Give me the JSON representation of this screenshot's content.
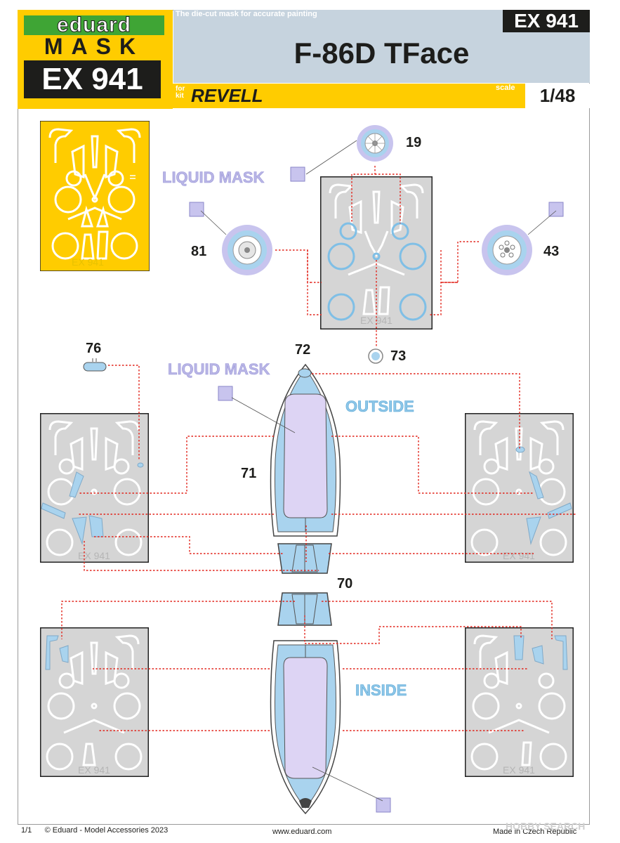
{
  "header": {
    "brand": "eduard",
    "product_line": "MASK",
    "code": "EX 941",
    "tagline": "The die-cut mask for accurate painting",
    "code_top_right": "EX 941",
    "title": "F-86D TFace",
    "for_kit_label": "for kit",
    "kit_brand": "REVELL",
    "scale_label": "scale",
    "scale_value": "1/48"
  },
  "labels": {
    "liquid_mask_top": "LIQUID MASK",
    "liquid_mask_mid": "LIQUID MASK",
    "outside": "OUTSIDE",
    "inside": "INSIDE",
    "sheet_code": "EX 941"
  },
  "part_numbers": {
    "p19": "19",
    "p81": "81",
    "p43": "43",
    "p73": "73",
    "p76": "76",
    "p72": "72",
    "p71": "71",
    "p70": "70"
  },
  "footer": {
    "page": "1/1",
    "copyright": "© Eduard - Model Accessories 2023",
    "website": "www.eduard.com",
    "origin": "Made in Czech Republic",
    "watermark": "HOBBY SEARCH"
  },
  "colors": {
    "yellow": "#ffcc00",
    "header_blue": "#c6d3de",
    "mask_gray": "#d5d5d5",
    "liquid_mask": "#c8c4ee",
    "highlight_blue": "#a9d3ee",
    "canopy_lavender": "#ddd4f4",
    "leader_red": "#e2231a"
  }
}
